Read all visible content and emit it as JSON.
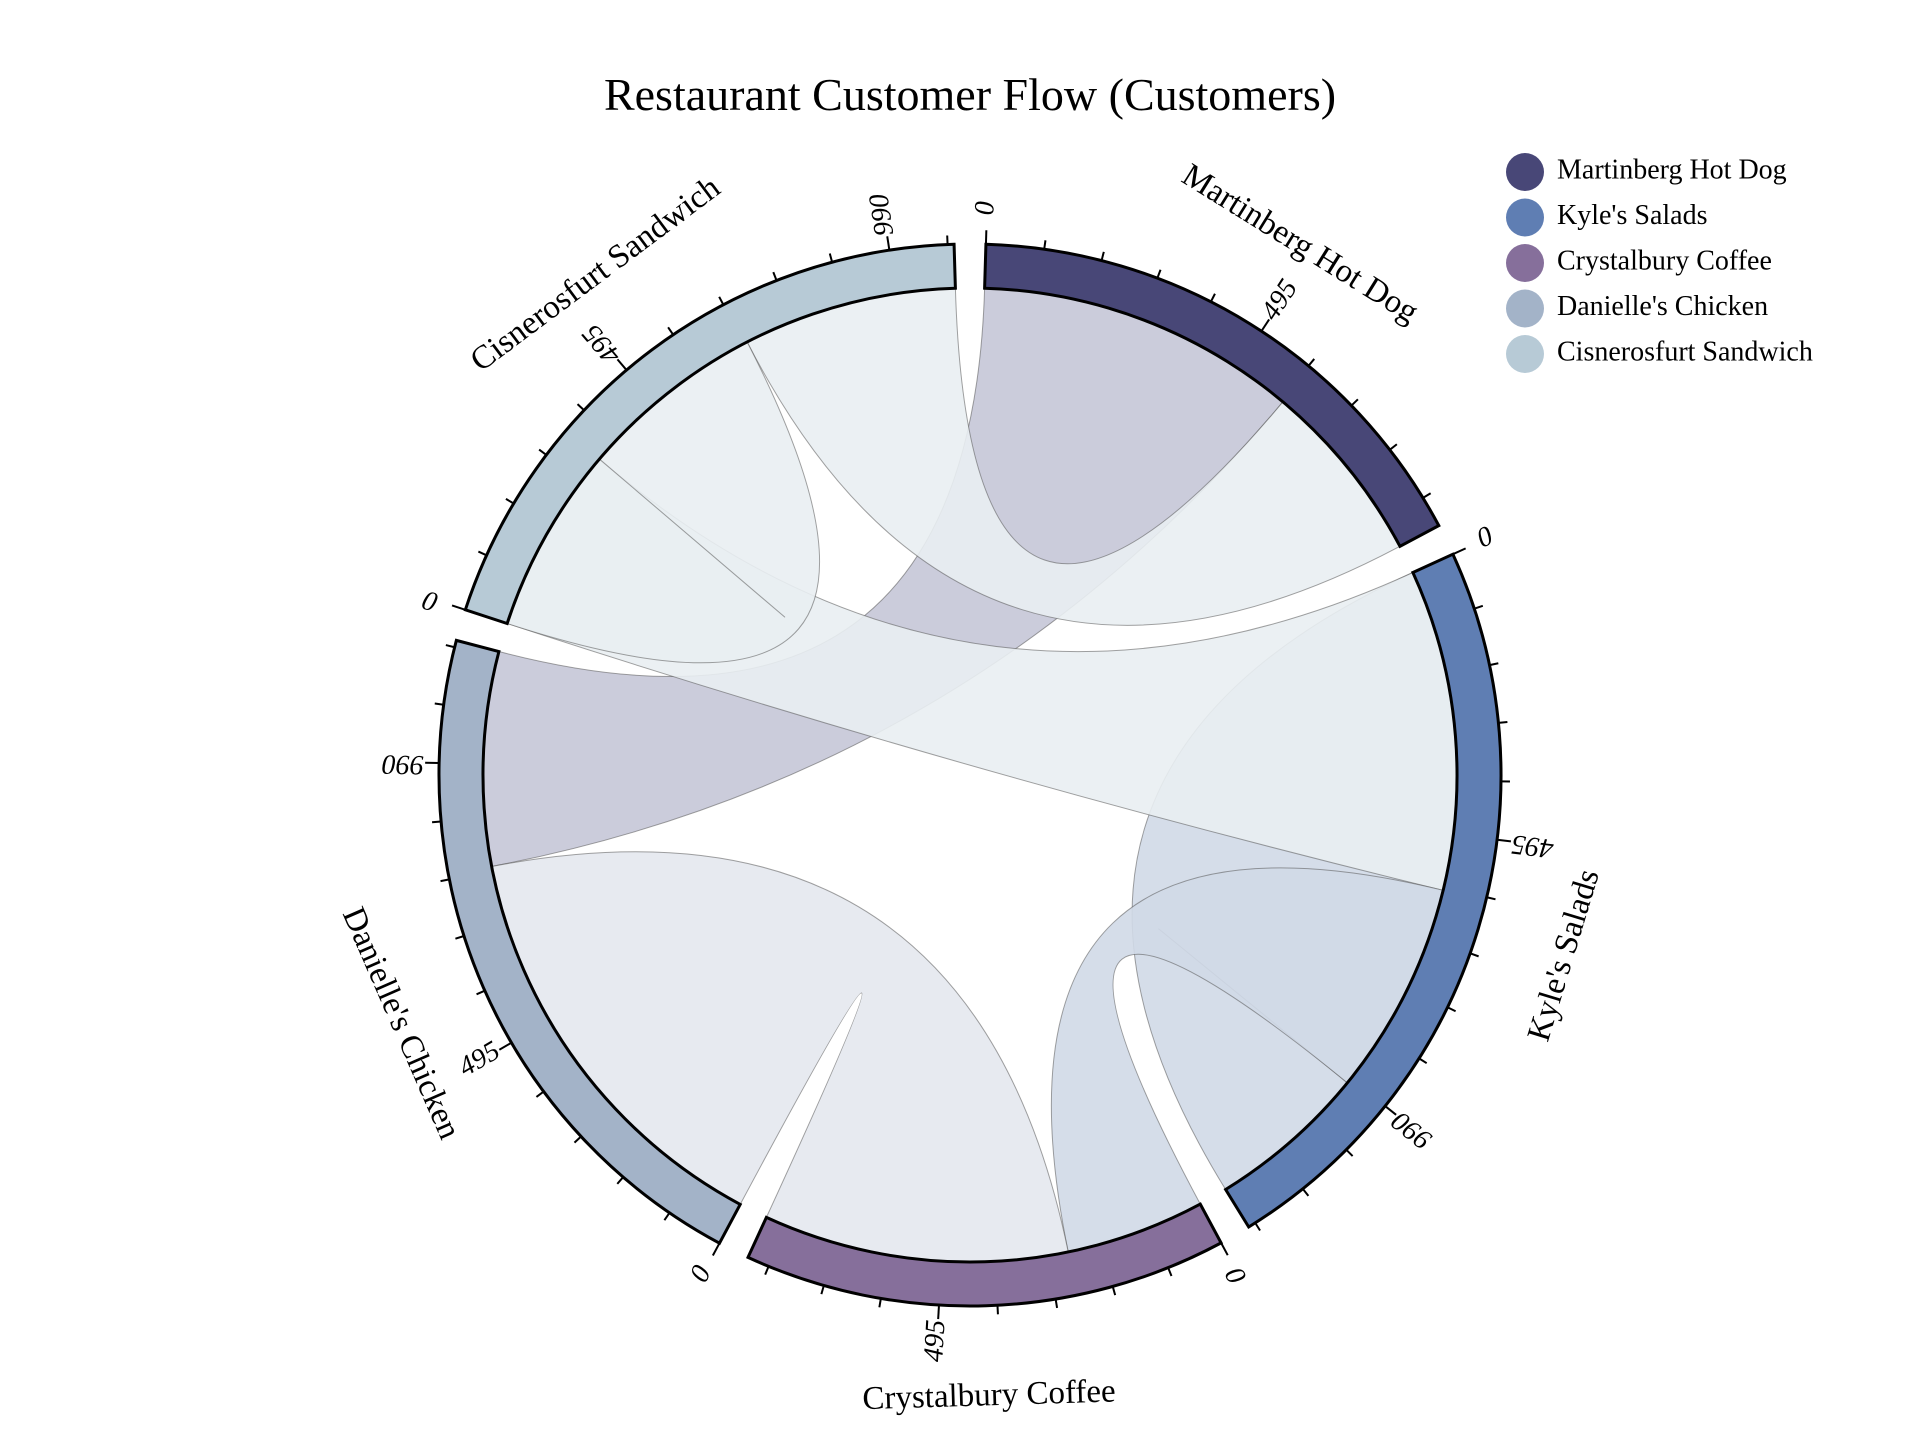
{
  "chart_data": {
    "type": "chord",
    "title": "Restaurant Customer Flow (Customers)",
    "groups": [
      {
        "name": "Martinberg Hot Dog",
        "total": 945,
        "color": "#484777"
      },
      {
        "name": "Kyle's Salads",
        "total": 1300,
        "color": "#5f7eb3"
      },
      {
        "name": "Crystalbury Coffee",
        "total": 830,
        "color": "#866f9b"
      },
      {
        "name": "Danielle's Chicken",
        "total": 1200,
        "color": "#a3b3c8"
      },
      {
        "name": "Cisnerosfurt Sandwich",
        "total": 1100,
        "color": "#b7cad6"
      }
    ],
    "tick_labels": [
      "0",
      "495",
      "990"
    ],
    "ribbons": [
      {
        "source": 0,
        "source_range": [
          0,
          600
        ],
        "target": 3,
        "target_range": [
          800,
          1200
        ],
        "color": "#c5c7d7"
      },
      {
        "source": 0,
        "source_range": [
          600,
          945
        ],
        "target": 4,
        "target_range": [
          700,
          1100
        ],
        "color": "#e9eef2"
      },
      {
        "source": 1,
        "source_range": [
          0,
          1000
        ],
        "target": 1,
        "target_range": [
          1000,
          1300
        ],
        "color": "#d0d9e7"
      },
      {
        "source": 1,
        "source_range": [
          0,
          600
        ],
        "target": 4,
        "target_range": [
          0,
          350
        ],
        "color": "#e9eef2"
      },
      {
        "source": 1,
        "source_range": [
          600,
          1000
        ],
        "target": 2,
        "target_range": [
          0,
          260
        ],
        "color": "#d0d9e7"
      },
      {
        "source": 2,
        "source_range": [
          260,
          830
        ],
        "target": 3,
        "target_range": [
          0,
          800
        ],
        "color": "#e4e8ee"
      },
      {
        "source": 4,
        "source_range": [
          350,
          700
        ],
        "target": 4,
        "target_range": [
          0,
          350
        ],
        "color": "#e9eef2"
      }
    ],
    "legend": {
      "position": "top-right",
      "entries": [
        "Martinberg Hot Dog",
        "Kyle's Salads",
        "Crystalbury Coffee",
        "Danielle's Chicken",
        "Cisnerosfurt Sandwich"
      ]
    }
  }
}
